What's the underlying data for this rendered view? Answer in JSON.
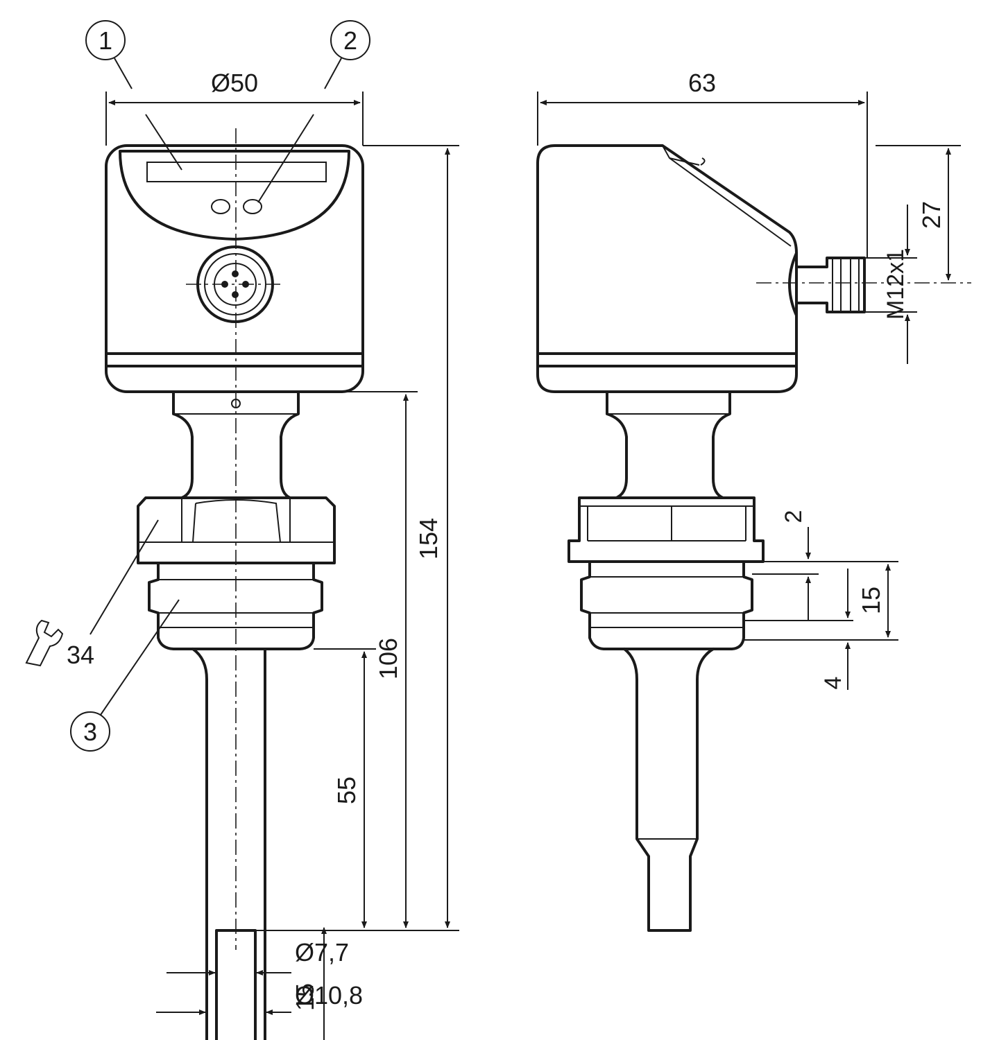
{
  "callouts": [
    "1",
    "2",
    "3"
  ],
  "dimensions": {
    "d50": "Ø50",
    "d63": "63",
    "d27": "27",
    "m12": "M12x1",
    "d154": "154",
    "d106": "106",
    "d55": "55",
    "d15_probe": "15",
    "d77": "Ø7,7",
    "d108": "Ø10,8",
    "d2": "2",
    "d15_thread": "15",
    "d4": "4",
    "wrench": "34"
  },
  "icons": {
    "wrench": "wrench-icon"
  }
}
